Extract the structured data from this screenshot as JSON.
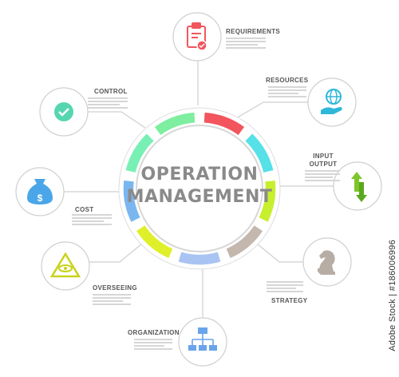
{
  "title": {
    "line1": "OPERATION",
    "line2": "MANAGEMENT"
  },
  "items": [
    {
      "key": "requirements",
      "label": "REQUIREMENTS",
      "icon": "clipboard-check-icon",
      "color": "#f2555d"
    },
    {
      "key": "resources",
      "label": "RESOURCES",
      "icon": "globe-in-hand-icon",
      "color": "#2fb7d9"
    },
    {
      "key": "input_output",
      "label_line1": "INPUT",
      "label_line2": "OUTPUT",
      "icon": "up-down-arrows-icon",
      "color": "#7cc62b"
    },
    {
      "key": "strategy",
      "label": "STRATEGY",
      "icon": "chess-knight-icon",
      "color": "#b8ada4"
    },
    {
      "key": "organization",
      "label": "ORGANIZATION",
      "icon": "org-chart-icon",
      "color": "#6aa4e8"
    },
    {
      "key": "overseeing",
      "label": "OVERSEEING",
      "icon": "eye-pyramid-icon",
      "color": "#d8e01e"
    },
    {
      "key": "cost",
      "label": "COST",
      "icon": "money-bag-icon",
      "color": "#4aa6e8"
    },
    {
      "key": "control",
      "label": "CONTROL",
      "icon": "check-circle-icon",
      "color": "#56d6b0"
    }
  ],
  "ring_colors": [
    "#f2555d",
    "#56e0e8",
    "#c7ef2e",
    "#c3b7ae",
    "#a9c4f2",
    "#dff02a",
    "#7ab6f0",
    "#78f0b4",
    "#7eeea0"
  ],
  "watermark": "Adobe Stock | #186006996"
}
